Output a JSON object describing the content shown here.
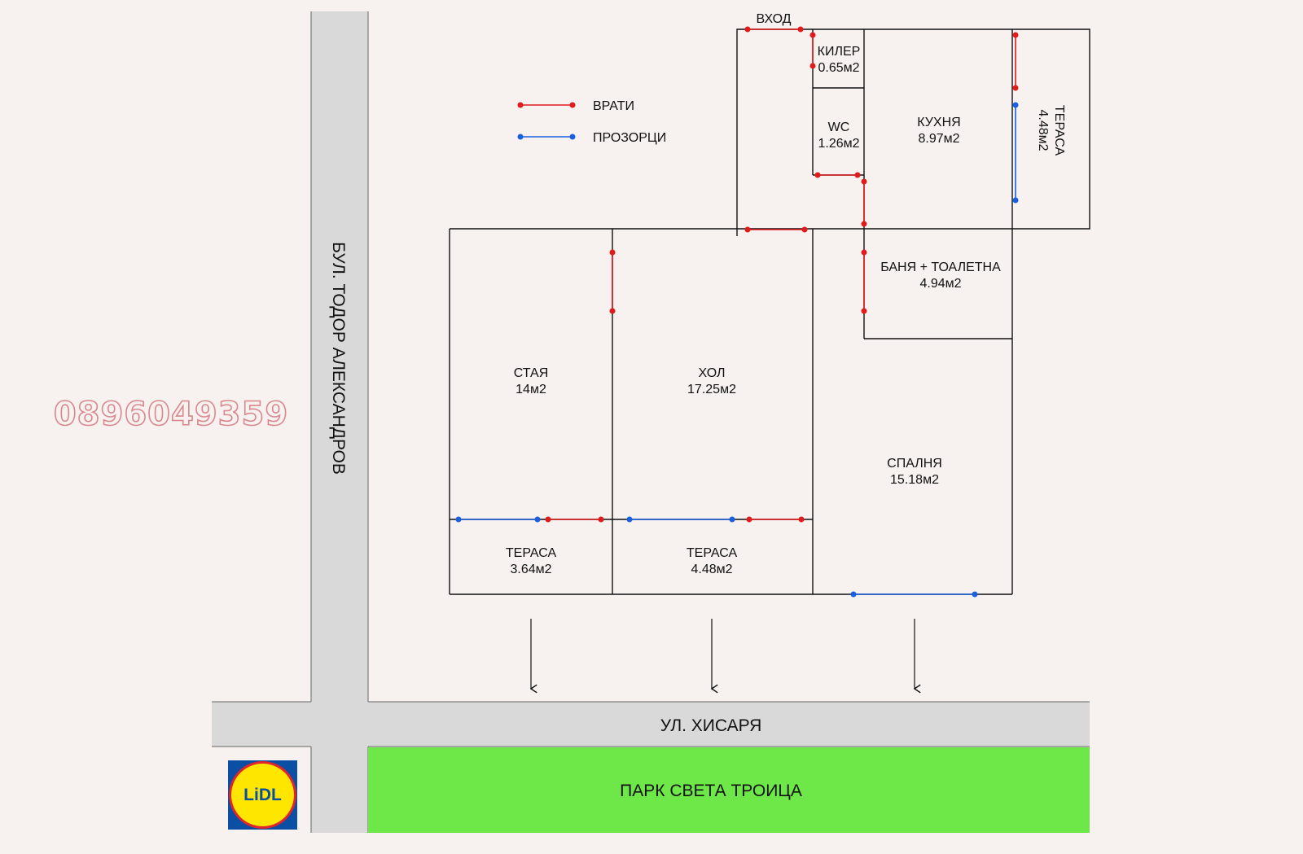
{
  "legend": {
    "doors": "ВРАТИ",
    "windows": "ПРОЗОРЦИ",
    "door_color": "#e01b1b",
    "window_color": "#1a5fe0"
  },
  "entrance": "ВХОД",
  "phone": "0896049359",
  "streets": {
    "boulevard": "БУЛ. ТОДОР АЛЕКСАНДРОВ",
    "street": "УЛ. ХИСАРЯ"
  },
  "park": {
    "name": "ПАРК СВЕТА ТРОИЦА",
    "color": "#6de848"
  },
  "road_color": "#d9d9d9",
  "lidl": {
    "text": "LiDL",
    "blue": "#0a4fa3",
    "yellow": "#ffe600",
    "red": "#e0262d"
  },
  "rooms": {
    "pantry": {
      "name": "КИЛЕР",
      "area": "0.65м2"
    },
    "wc": {
      "name": "WC",
      "area": "1.26м2"
    },
    "kitchen": {
      "name": "КУХНЯ",
      "area": "8.97м2"
    },
    "terrace_kitchen": {
      "name": "ТЕРАСА",
      "area": "4.48м2"
    },
    "bathroom": {
      "name": "БАНЯ + ТОАЛЕТНА",
      "area": "4.94м2"
    },
    "room": {
      "name": "СТАЯ",
      "area": "14м2"
    },
    "living": {
      "name": "ХОЛ",
      "area": "17.25м2"
    },
    "bedroom": {
      "name": "СПАЛНЯ",
      "area": "15.18м2"
    },
    "terrace_room": {
      "name": "ТЕРАСА",
      "area": "3.64м2"
    },
    "terrace_living": {
      "name": "ТЕРАСА",
      "area": "4.48м2"
    }
  }
}
